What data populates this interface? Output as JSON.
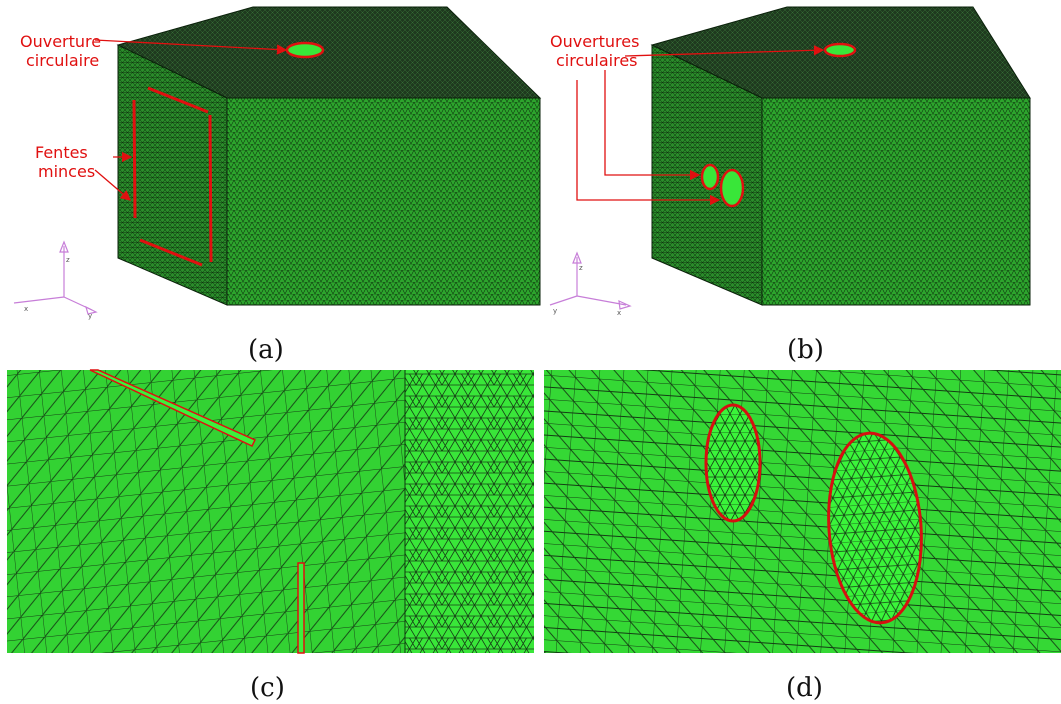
{
  "panels": {
    "a": {
      "caption": "(a)",
      "annotations": {
        "opening_line1": "Ouverture",
        "opening_line2": "circulaire",
        "slits_line1": "Fentes",
        "slits_line2": "minces"
      },
      "axes": {
        "z": "z",
        "x": "x",
        "y": "y"
      }
    },
    "b": {
      "caption": "(b)",
      "annotations": {
        "openings_line1": "Ouvertures",
        "openings_line2": "circulaires"
      },
      "axes": {
        "z": "z",
        "y": "y",
        "x": "x"
      }
    },
    "c": {
      "caption": "(c)"
    },
    "d": {
      "caption": "(d)"
    }
  },
  "colors": {
    "mesh_green": "#2fa82f",
    "mesh_dark_top": "#1c2a1c",
    "mesh_bright": "#3cf03c",
    "annotation_red": "#e01010",
    "axis_violet": "#c77ed8"
  }
}
